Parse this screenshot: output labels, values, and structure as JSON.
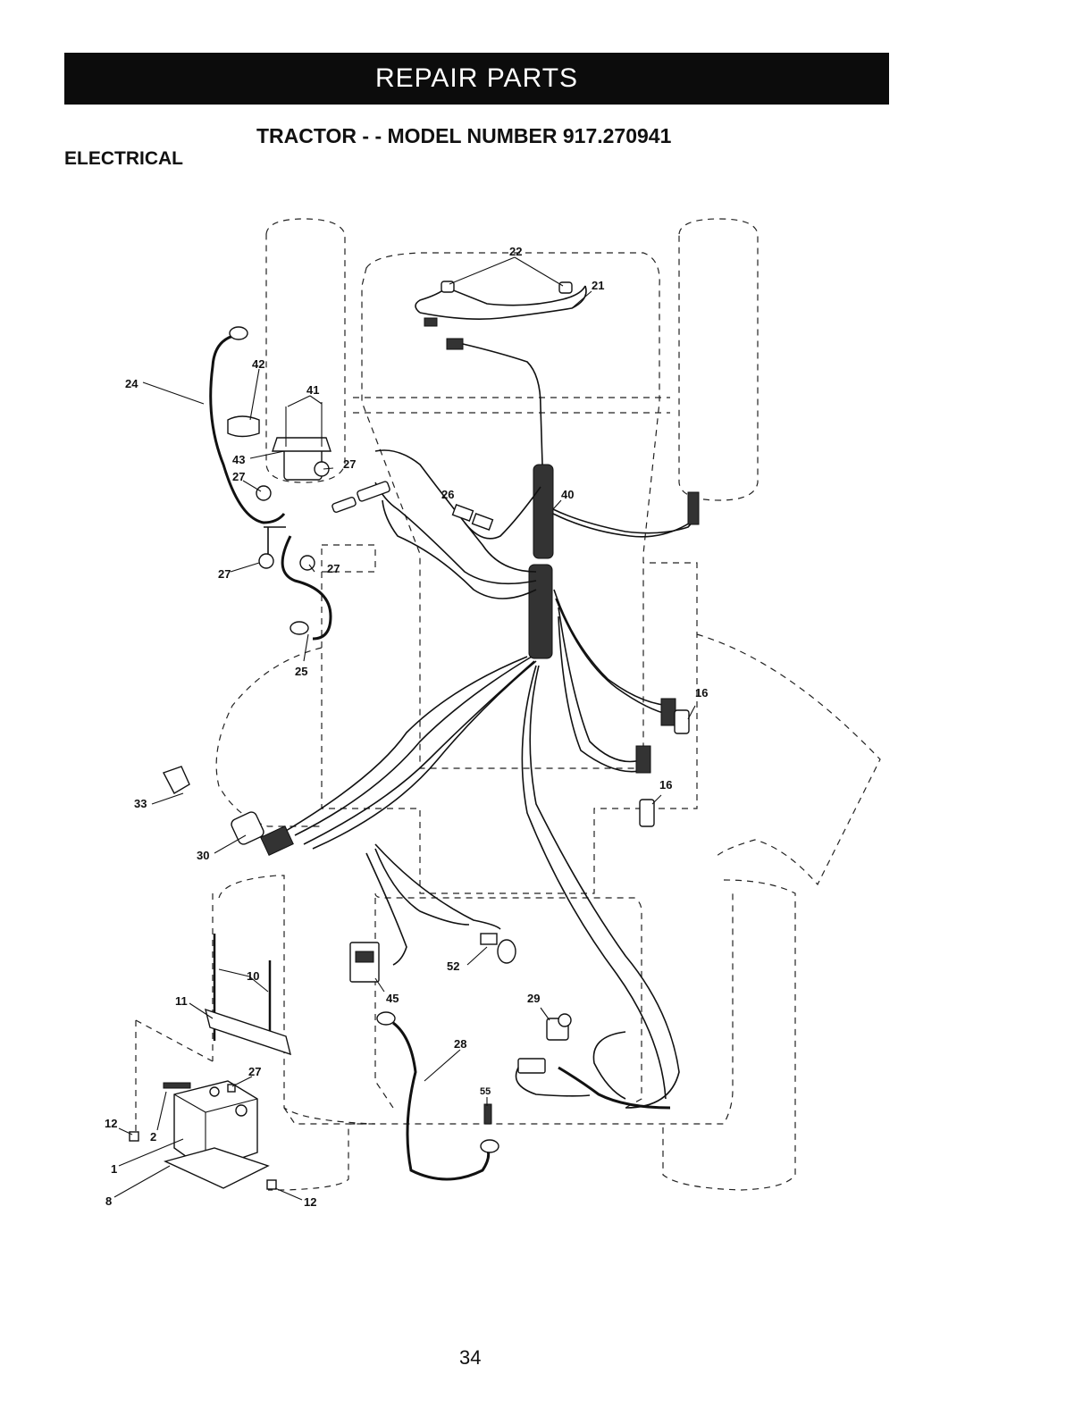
{
  "header": {
    "banner": "REPAIR PARTS",
    "model_title": "TRACTOR - - MODEL NUMBER 917.270941",
    "section": "ELECTRICAL"
  },
  "footer": {
    "page_number": "34"
  },
  "callouts": {
    "c22": "22",
    "c21": "21",
    "c24": "24",
    "c42": "42",
    "c41": "41",
    "c43": "43",
    "c27a": "27",
    "c27b": "27",
    "c27c": "27",
    "c27d": "27",
    "c27e": "27",
    "c26": "26",
    "c40": "40",
    "c25": "25",
    "c16a": "16",
    "c16b": "16",
    "c33": "33",
    "c30": "30",
    "c10": "10",
    "c11": "11",
    "c52": "52",
    "c45": "45",
    "c29": "29",
    "c28": "28",
    "c55": "55",
    "c12a": "12",
    "c12b": "12",
    "c2": "2",
    "c1": "1",
    "c8": "8"
  }
}
